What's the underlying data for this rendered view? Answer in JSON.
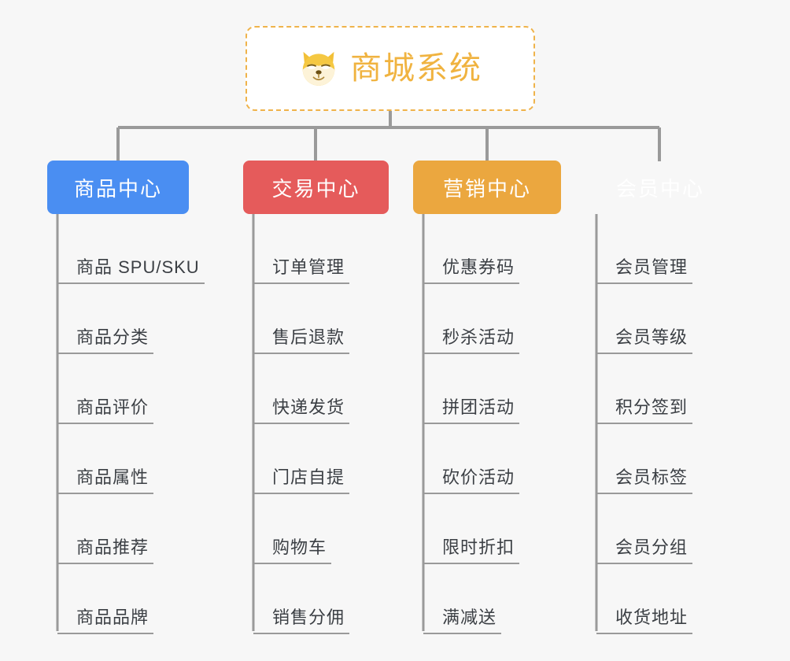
{
  "page": {
    "background_color": "#f7f7f7",
    "line_color": "#9a9a9a"
  },
  "root": {
    "title": "商城系统",
    "icon": "dog-face-icon",
    "border_color": "#efb34a",
    "text_color": "#f0b340",
    "background_color": "#ffffff"
  },
  "branches": [
    {
      "label": "商品中心",
      "color": "#4a8ef2",
      "items": [
        "商品 SPU/SKU",
        "商品分类",
        "商品评价",
        "商品属性",
        "商品推荐",
        "商品品牌"
      ]
    },
    {
      "label": "交易中心",
      "color": "#e55b5b",
      "items": [
        "订单管理",
        "售后退款",
        "快递发货",
        "门店自提",
        "购物车",
        "销售分佣"
      ]
    },
    {
      "label": "营销中心",
      "color": "#eba73f",
      "items": [
        "优惠券码",
        "秒杀活动",
        "拼团活动",
        "砍价活动",
        "限时折扣",
        "满减送"
      ]
    },
    {
      "label": "会员中心",
      "color": "#7bc council",
      "items": [
        "会员管理",
        "会员等级",
        "积分签到",
        "会员标签",
        "会员分组",
        "收货地址"
      ]
    }
  ]
}
